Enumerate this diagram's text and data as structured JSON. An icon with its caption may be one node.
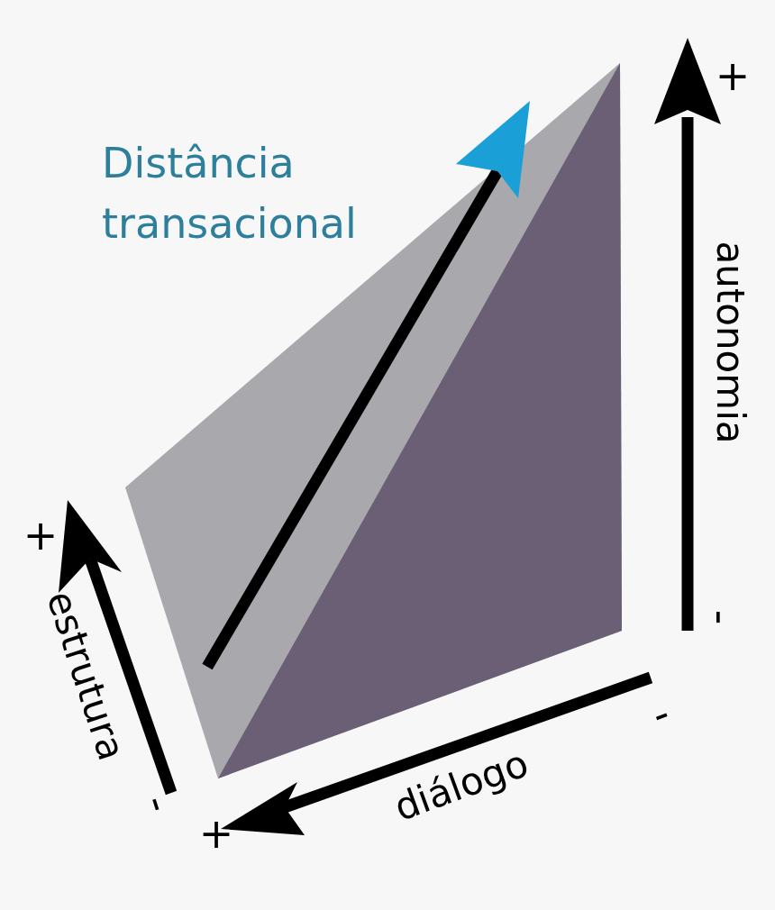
{
  "diagram": {
    "labels": [
      "+",
      "Distância transacional",
      "autonomia",
      "-",
      "+",
      "estrutura",
      "-",
      "diálogo",
      "-",
      "+"
    ]
  }
}
